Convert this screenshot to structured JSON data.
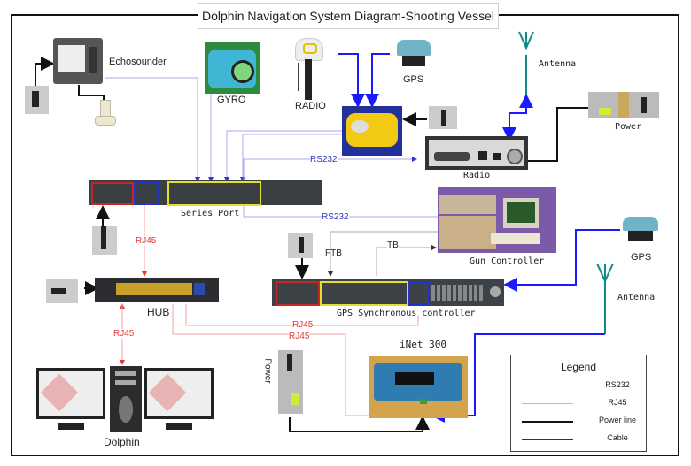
{
  "title": "Dolphin Navigation System Diagram-Shooting Vessel",
  "devices": {
    "echosounder": "Echosounder",
    "gyro": "GYRO",
    "radio_top": "RADIO",
    "gps_top": "GPS",
    "antenna_top": "Antenna",
    "power_top": "Power",
    "radio_modem": "Radio",
    "series_port": "Series Port",
    "gun_controller": "Gun Controller",
    "hub": "HUB",
    "gps_sync": "GPS Synchronous controller",
    "gps_right": "GPS",
    "antenna_right": "Antenna",
    "inet": "iNet 300",
    "power_bottom": "Power",
    "dolphin": "Dolphin"
  },
  "connection_labels": {
    "rs232_radio": "RS232",
    "rs232_gun": "RS232",
    "rj45_series_hub": "RJ45",
    "rj45_hub_dolphin": "RJ45",
    "rj45_hub_gps_sync": "RJ45",
    "rj45_hub_inet": "RJ45",
    "ftb": "FTB",
    "tb": "TB"
  },
  "legend": {
    "title": "Legend",
    "items": [
      {
        "label": "RS232",
        "color": "#9999ee"
      },
      {
        "label": "RJ45",
        "color": "#f2a7a7"
      },
      {
        "label": "Power line",
        "color": "#111111"
      },
      {
        "label": "Cable",
        "color": "#1a1aff"
      }
    ]
  },
  "colors": {
    "rs232": "#9999ee",
    "rj45": "#f08080",
    "power": "#111111",
    "cable": "#1a1aff",
    "antenna": "#138a8a",
    "ftb_tb": "#999999"
  }
}
